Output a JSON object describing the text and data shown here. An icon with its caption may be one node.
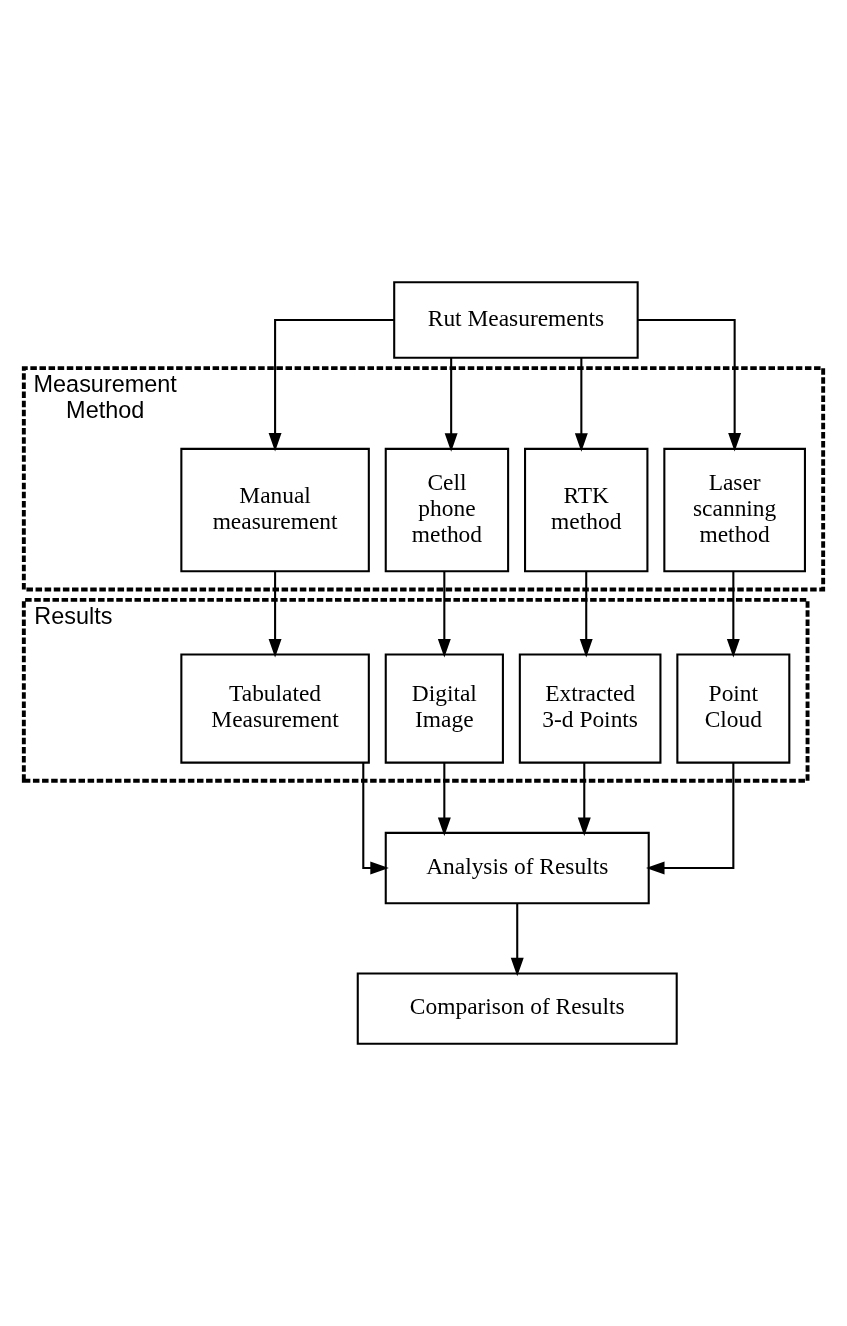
{
  "diagram": {
    "nodes": [
      {
        "text": [
          "Rut Measurements"
        ]
      },
      {
        "text": [
          "Measurement Method"
        ]
      },
      {
        "text": [
          "Manual measurement"
        ],
        "in": 1
      },
      {
        "text": [
          "Cell phone method"
        ],
        "in": 1
      },
      {
        "text": [
          "RTK method"
        ],
        "in": 1
      },
      {
        "text": [
          "Laser scanning method"
        ],
        "in": 1
      },
      {
        "text": [
          "Results"
        ]
      },
      {
        "text": [
          "Tabulated Measurement"
        ],
        "in": 6
      },
      {
        "text": [
          "Digital Image"
        ],
        "in": 6
      },
      {
        "text": [
          "Extracted 3-d Points"
        ],
        "in": 6
      },
      {
        "text": [
          "Point Cloud"
        ],
        "in": 6
      },
      {
        "text": [
          "Analysis of Results"
        ]
      },
      {
        "text": [
          "Comparison of Results"
        ]
      }
    ],
    "edges": [
      {
        "from": 0,
        "to": 2,
        "arrow": "to"
      },
      {
        "from": 0,
        "to": 3,
        "arrow": "to"
      },
      {
        "from": 0,
        "to": 4,
        "arrow": "to"
      },
      {
        "from": 0,
        "to": 5,
        "arrow": "to"
      },
      {
        "from": 2,
        "to": 7,
        "arrow": "to"
      },
      {
        "from": 3,
        "to": 8,
        "arrow": "to"
      },
      {
        "from": 4,
        "to": 9,
        "arrow": "to"
      },
      {
        "from": 5,
        "to": 10,
        "arrow": "to"
      },
      {
        "from": 7,
        "to": 11,
        "arrow": "to"
      },
      {
        "from": 8,
        "to": 11,
        "arrow": "to"
      },
      {
        "from": 9,
        "to": 11,
        "arrow": "to"
      },
      {
        "from": 10,
        "to": 11,
        "arrow": "to"
      },
      {
        "from": 11,
        "to": 12,
        "arrow": "to"
      }
    ]
  }
}
